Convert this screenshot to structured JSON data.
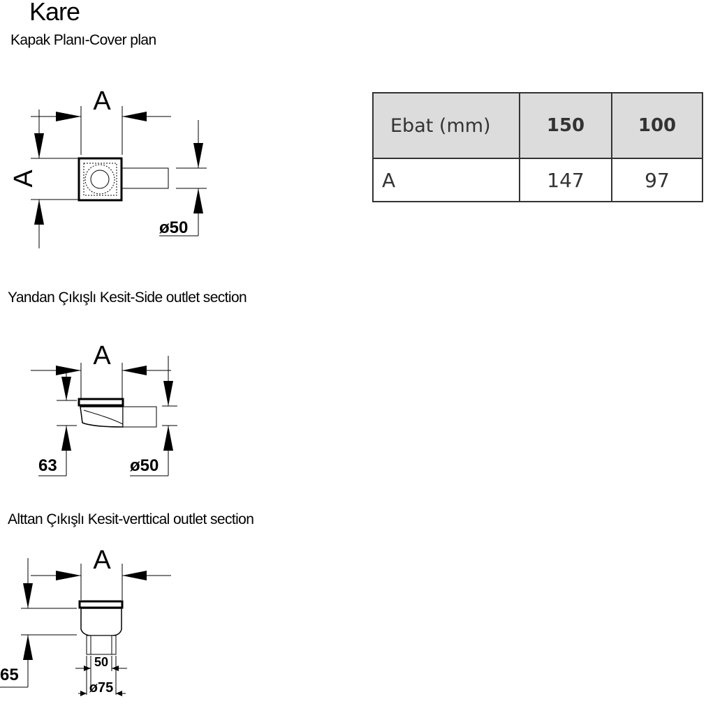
{
  "title": "Kare",
  "sections": {
    "cover_plan": "Kapak Planı-Cover plan",
    "side_outlet": "Yandan Çıkışlı Kesit-Side outlet section",
    "vertical_outlet": "Alttan Çıkışlı Kesit-verttical outlet section"
  },
  "dimensions": {
    "a_label": "A",
    "cover_pipe": "ø50",
    "side_height": "63",
    "side_pipe": "ø50",
    "vert_height": "65",
    "vert_inner": "50",
    "vert_outer": "ø75"
  },
  "table": {
    "header": [
      "Ebat (mm)",
      "150",
      "100"
    ],
    "row": [
      "A",
      "147",
      "97"
    ]
  }
}
